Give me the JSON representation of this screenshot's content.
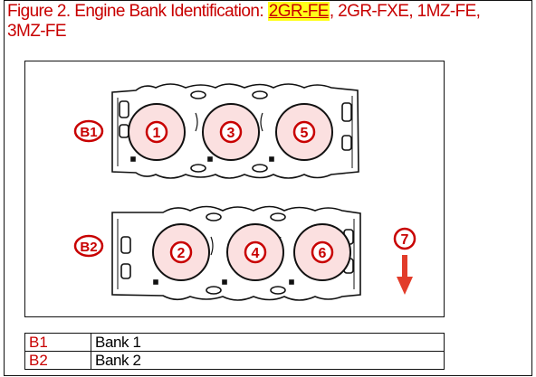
{
  "title": {
    "prefix": "Figure 2. Engine Bank Identification: ",
    "highlight": "2GR-FE",
    "suffix_line1": ", 2GR-FXE, 1MZ-FE,",
    "line2": "3MZ-FE"
  },
  "colors": {
    "title": "#c80000",
    "highlight": "#ffff1a",
    "callout": "#c80000",
    "arrow": "#e23c2a"
  },
  "diagram": {
    "bank1_label": "B1",
    "bank2_label": "B2",
    "cylinders_bank1": [
      "1",
      "3",
      "5"
    ],
    "cylinders_bank2": [
      "2",
      "4",
      "6"
    ],
    "front_label": "7"
  },
  "legend": {
    "rows": [
      {
        "code": "B1",
        "label": "Bank 1"
      },
      {
        "code": "B2",
        "label": "Bank 2"
      }
    ]
  }
}
